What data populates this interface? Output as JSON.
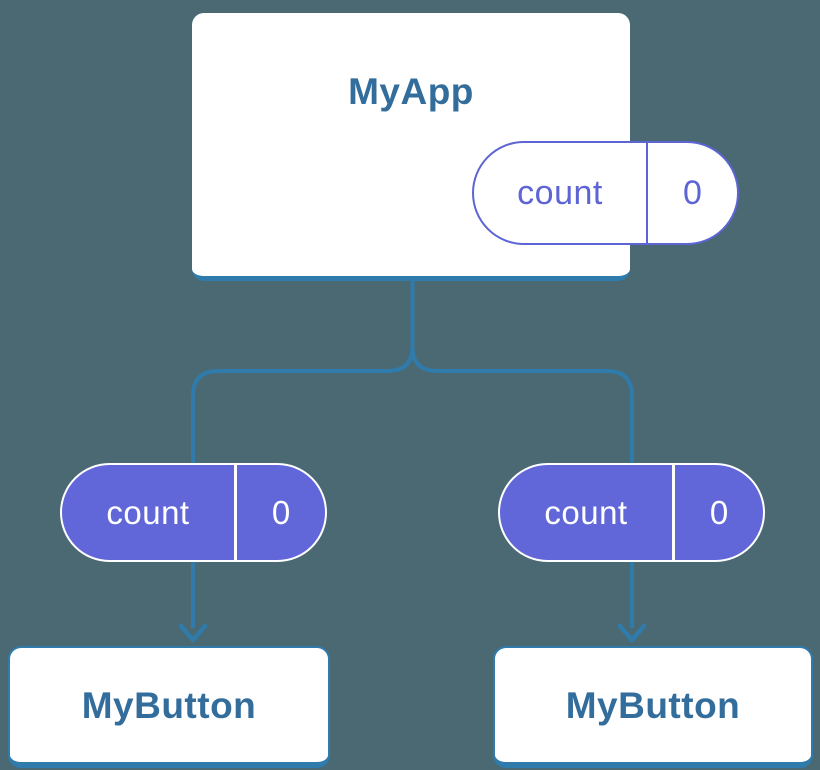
{
  "colors": {
    "background": "#4a6972",
    "connector_blue": "#2e7bac",
    "component_text_blue": "#336d9c",
    "pill_purple_outline": "#5d64d4",
    "pill_purple_fill": "#6167d8",
    "card_white": "#ffffff"
  },
  "diagram": {
    "root": {
      "title": "MyApp",
      "state": {
        "name": "count",
        "value": "0"
      }
    },
    "children": [
      {
        "title": "MyButton",
        "prop": {
          "name": "count",
          "value": "0"
        }
      },
      {
        "title": "MyButton",
        "prop": {
          "name": "count",
          "value": "0"
        }
      }
    ]
  }
}
